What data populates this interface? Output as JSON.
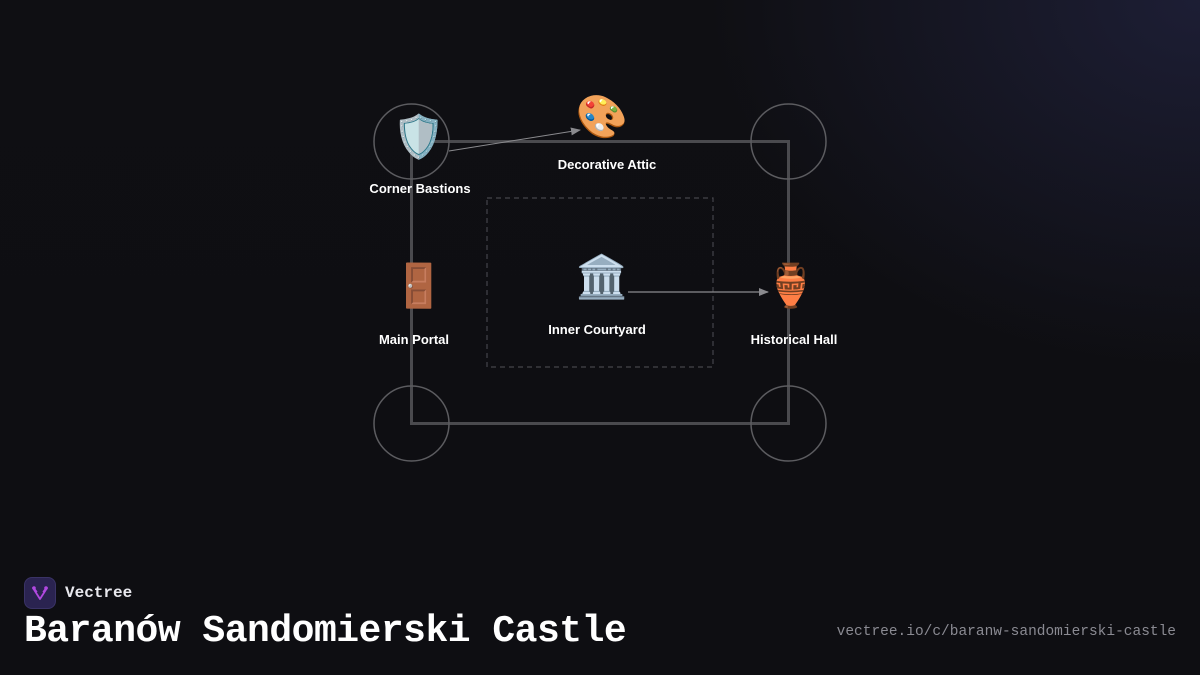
{
  "diagram": {
    "nodes": [
      {
        "id": "corner-bastions",
        "label": "Corner Bastions",
        "icon": "shield-icon",
        "glyph": "🛡️"
      },
      {
        "id": "decorative-attic",
        "label": "Decorative Attic",
        "icon": "artist-palette-icon",
        "glyph": "🎨"
      },
      {
        "id": "main-portal",
        "label": "Main Portal",
        "icon": "door-icon",
        "glyph": "🚪"
      },
      {
        "id": "inner-courtyard",
        "label": "Inner Courtyard",
        "icon": "classical-building-icon",
        "glyph": "🏛️"
      },
      {
        "id": "historical-hall",
        "label": "Historical Hall",
        "icon": "amphora-icon",
        "glyph": "🏺"
      }
    ],
    "edges": [
      {
        "from": "corner-bastions",
        "to": "decorative-attic"
      },
      {
        "from": "inner-courtyard",
        "to": "historical-hall"
      }
    ],
    "colors": {
      "outline": "#4a4a4e",
      "circle": "#5c5c60",
      "dashed": "#44444a",
      "arrow": "#8a8a8e",
      "label": "#ffffff"
    }
  },
  "footer": {
    "brand": "Vectree",
    "title": "Baranów Sandomierski Castle",
    "url": "vectree.io/c/baranw-sandomierski-castle"
  }
}
